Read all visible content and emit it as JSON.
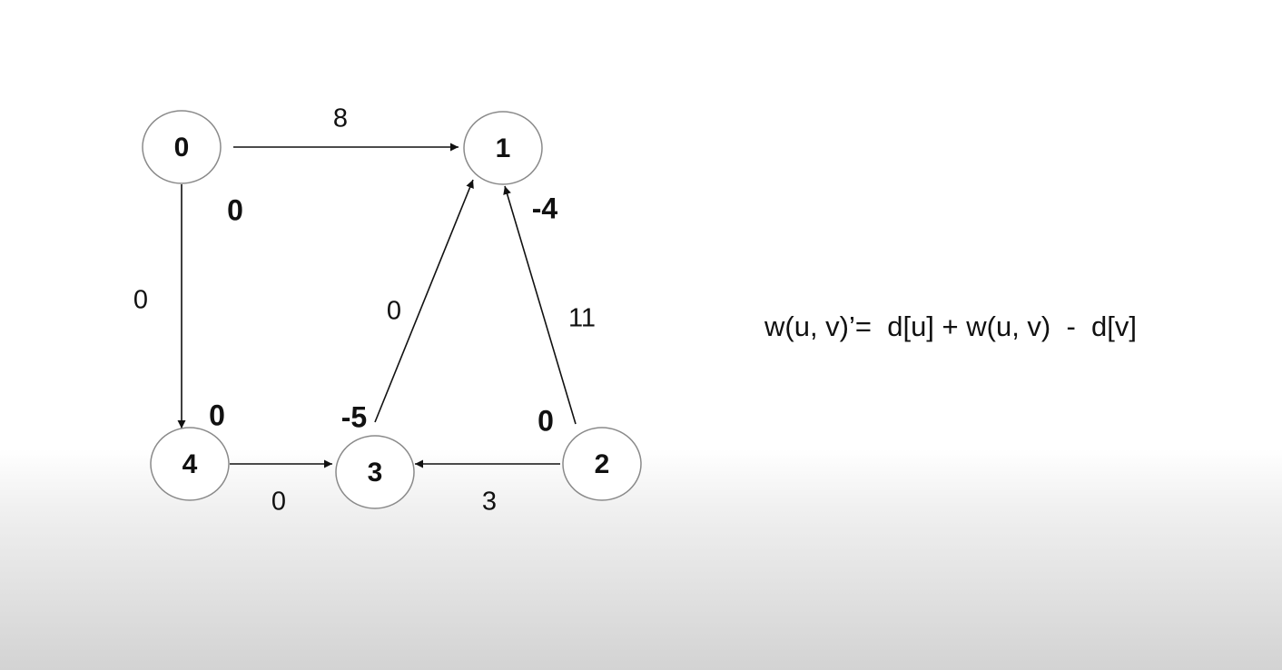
{
  "graph": {
    "nodes": [
      {
        "id": "0",
        "label": "0",
        "potential": "0"
      },
      {
        "id": "1",
        "label": "1",
        "potential": "-4"
      },
      {
        "id": "2",
        "label": "2",
        "potential": "0"
      },
      {
        "id": "3",
        "label": "3",
        "potential": "-5"
      },
      {
        "id": "4",
        "label": "4",
        "potential": "0"
      }
    ],
    "edges": [
      {
        "from": "0",
        "to": "1",
        "weight": "8"
      },
      {
        "from": "0",
        "to": "4",
        "weight": "0"
      },
      {
        "from": "4",
        "to": "3",
        "weight": "0"
      },
      {
        "from": "3",
        "to": "1",
        "weight": "0"
      },
      {
        "from": "2",
        "to": "1",
        "weight": "11"
      },
      {
        "from": "2",
        "to": "3",
        "weight": "3"
      }
    ]
  },
  "formula": "w(u, v)’=  d[u] + w(u, v)  -  d[v]"
}
